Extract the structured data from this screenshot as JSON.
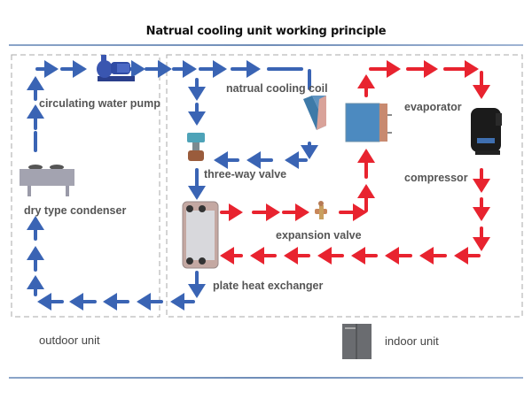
{
  "title": "Natrual cooling unit working principle",
  "labels": {
    "circulating_water_pump": "circulating water pump",
    "natural_cooling_coil": "natrual cooling coil",
    "three_way_valve": "three-way valve",
    "dry_type_condenser": "dry type condenser",
    "evaporator": "evaporator",
    "compressor": "compressor",
    "expansion_valve": "expansion valve",
    "plate_heat_exchanger": "plate heat exchanger",
    "outdoor_unit": "outdoor unit",
    "indoor_unit": "indoor unit"
  },
  "colors": {
    "water_loop": "#3a64b4",
    "refrigerant_loop": "#e8232f",
    "boundary": "#aaaaaa"
  }
}
